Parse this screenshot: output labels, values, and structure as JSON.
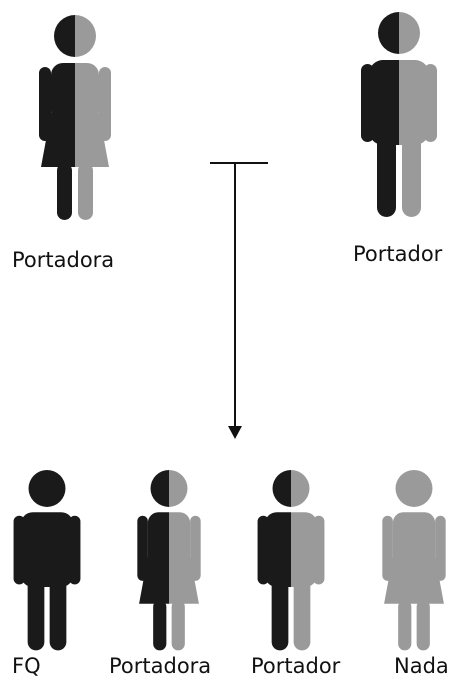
{
  "colors": {
    "dark": "#1a1a1a",
    "light": "#9a9a9a",
    "line": "#111111",
    "background": "#ffffff"
  },
  "parents": {
    "mother": {
      "label": "Portadora",
      "sex": "female",
      "fill": "half"
    },
    "father": {
      "label": "Portador",
      "sex": "male",
      "fill": "half"
    }
  },
  "children": [
    {
      "label": "FQ",
      "sex": "male",
      "fill": "dark"
    },
    {
      "label": "Portadora",
      "sex": "female",
      "fill": "half"
    },
    {
      "label": "Portador",
      "sex": "male",
      "fill": "half"
    },
    {
      "label": "Nada",
      "sex": "female",
      "fill": "light"
    }
  ],
  "icons": {
    "male": "man-icon",
    "female": "woman-icon"
  }
}
